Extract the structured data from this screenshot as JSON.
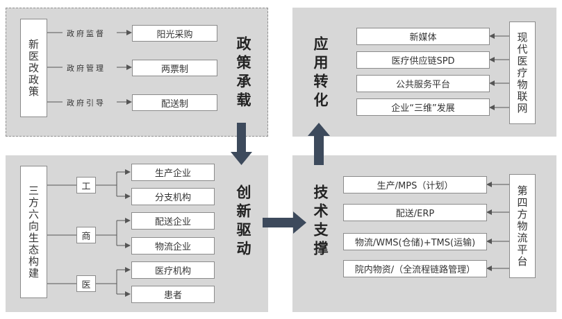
{
  "policy": {
    "title": "政策承载",
    "root": "新医改政策",
    "items": [
      {
        "label": "政府监督",
        "target": "阳光采购"
      },
      {
        "label": "政府管理",
        "target": "两票制"
      },
      {
        "label": "政府引导",
        "target": "配送制"
      }
    ]
  },
  "application": {
    "title": "应用转化",
    "root": "现代医疗物联网",
    "items": [
      "新媒体",
      "医疗供应链SPD",
      "公共服务平台",
      "企业“三维”发展"
    ]
  },
  "innovation": {
    "title": "创新驱动",
    "root": "三方六向生态构建",
    "groups": [
      {
        "label": "工",
        "items": [
          "生产企业",
          "分支机构"
        ]
      },
      {
        "label": "商",
        "items": [
          "配送企业",
          "物流企业"
        ]
      },
      {
        "label": "医",
        "items": [
          "医疗机构",
          "患者"
        ]
      }
    ]
  },
  "technology": {
    "title": "技术支撑",
    "root": "第四方物流平台",
    "items": [
      "生产/MPS（计划）",
      "配送/ERP",
      "物流/WMS(仓储)+TMS(运输)",
      "院内物资/（全流程链路管理）"
    ]
  },
  "colors": {
    "panel": "#d7d7d7",
    "arrow": "#3d4a5c",
    "line": "#555555"
  }
}
